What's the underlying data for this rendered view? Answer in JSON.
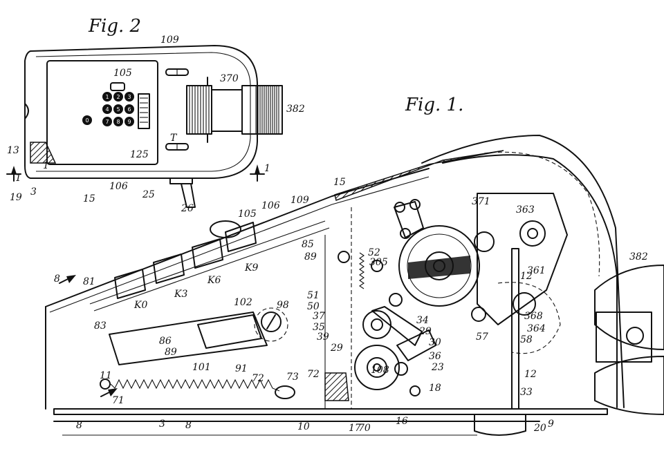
{
  "figures": {
    "fig2_title": "Fig. 2",
    "fig1_title": "Fig. 1."
  },
  "keypad_digits": [
    "1",
    "4",
    "7",
    "2",
    "5",
    "8",
    "3",
    "6",
    "9",
    "0"
  ],
  "fig2_refs": [
    "109",
    "105",
    "370",
    "382",
    "T",
    "125",
    "13",
    "1",
    "19",
    "3",
    "1",
    "15",
    "106",
    "25",
    "26",
    "1"
  ],
  "fig1_refs": [
    "15",
    "109",
    "106",
    "105",
    "371",
    "363",
    "382",
    "85",
    "89",
    "52",
    "305",
    "361",
    "12",
    "8",
    "81",
    "K0",
    "K3",
    "K6",
    "K9",
    "83",
    "102",
    "98",
    "51",
    "50",
    "37",
    "35",
    "34",
    "29",
    "30",
    "36",
    "23",
    "39",
    "29",
    "57",
    "368",
    "364",
    "58",
    "12",
    "86",
    "89",
    "101",
    "91",
    "108",
    "18",
    "33",
    "11",
    "72",
    "73",
    "72",
    "71",
    "8",
    "3",
    "8",
    "10",
    "17",
    "70",
    "16",
    "20",
    "9"
  ]
}
